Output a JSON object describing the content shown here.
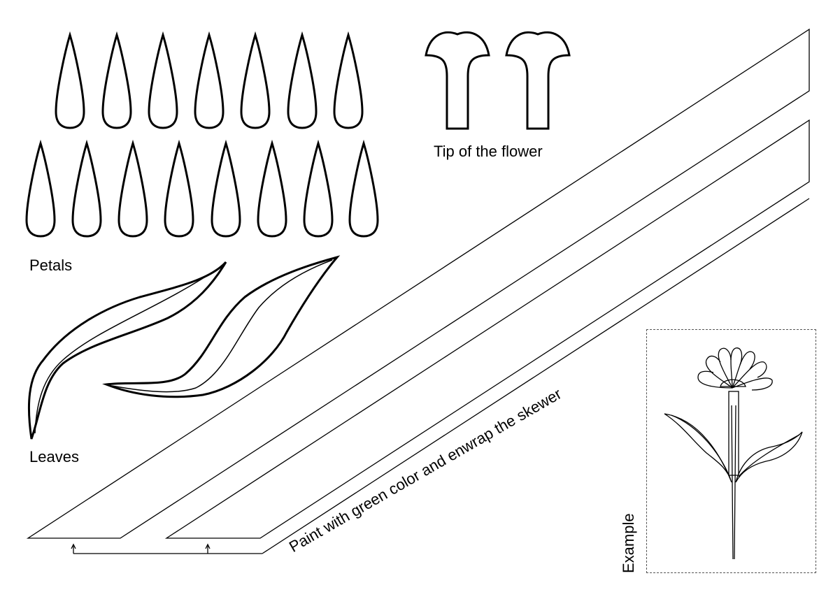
{
  "labels": {
    "petals": "Petals",
    "leaves": "Leaves",
    "tip": "Tip of the flower",
    "paint": "Paint with green color and enwrap the skewer",
    "example": "Example"
  },
  "icons": {
    "petal": "petal-icon",
    "leaf": "leaf-icon",
    "flower_tip": "flower-tip-icon",
    "stem_strip": "stem-strip-icon",
    "flower_example": "flower-icon"
  },
  "counts": {
    "petals": 15,
    "leaves": 2,
    "flower_tips": 2,
    "stem_strips": 2
  },
  "colors": {
    "line": "#000000",
    "background": "#ffffff",
    "dashed_frame": "#555555"
  }
}
